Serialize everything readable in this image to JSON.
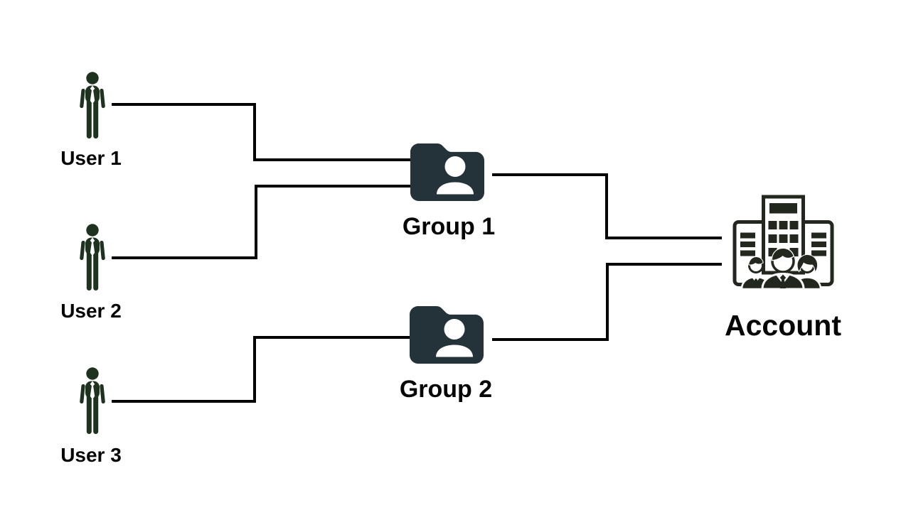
{
  "diagram": {
    "type": "org-structure-diagram",
    "users": [
      {
        "id": "user-1",
        "label": "User 1"
      },
      {
        "id": "user-2",
        "label": "User 2"
      },
      {
        "id": "user-3",
        "label": "User 3"
      }
    ],
    "groups": [
      {
        "id": "group-1",
        "label": "Group 1"
      },
      {
        "id": "group-2",
        "label": "Group 2"
      }
    ],
    "account": {
      "id": "account",
      "label": "Account"
    },
    "edges": [
      {
        "from": "user-1",
        "to": "group-1"
      },
      {
        "from": "user-2",
        "to": "group-1"
      },
      {
        "from": "user-3",
        "to": "group-2"
      },
      {
        "from": "group-1",
        "to": "account"
      },
      {
        "from": "group-2",
        "to": "account"
      }
    ],
    "colors": {
      "line": "#000000",
      "text": "#060606",
      "user_icon": "#1d321f",
      "group_icon": "#24333a",
      "account_icon": "#23281e",
      "icon_detail": "#ffffff",
      "background": "#ffffff"
    }
  }
}
